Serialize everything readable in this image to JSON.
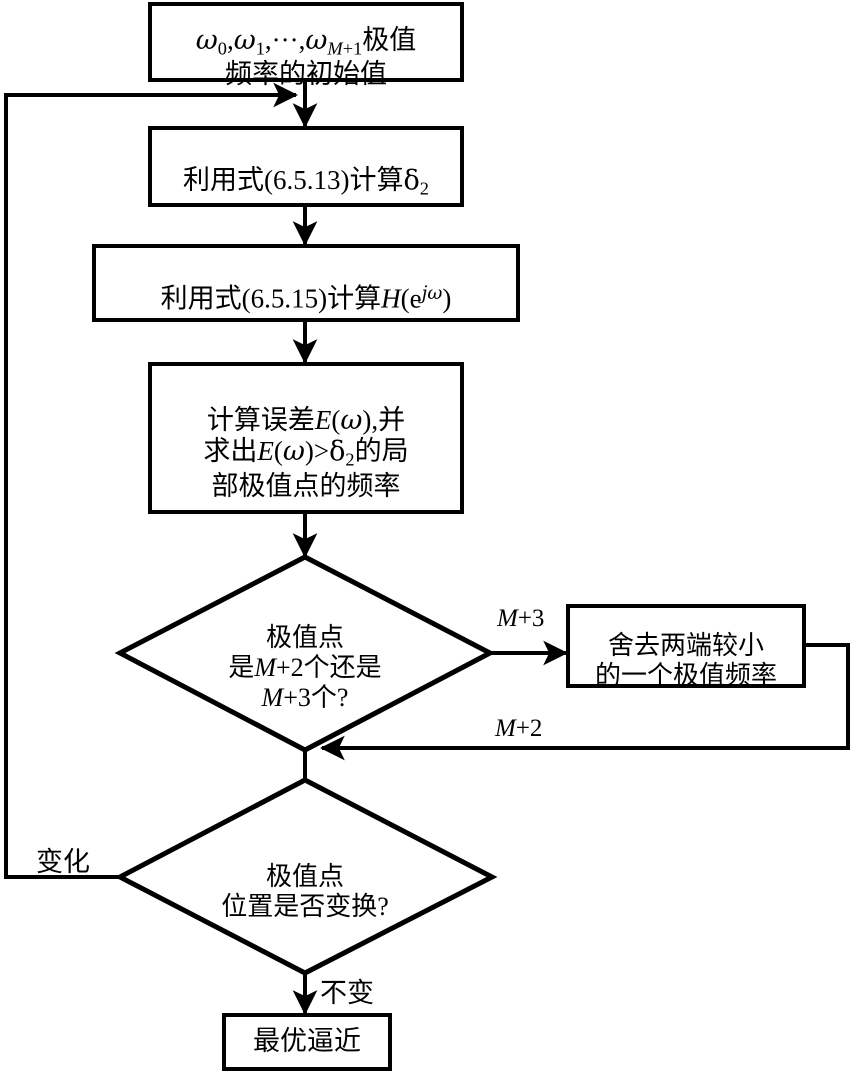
{
  "diagram": {
    "title": "Remez 最优逼近流程图",
    "type": "flowchart",
    "stroke_color": "#000000",
    "background_color": "#ffffff"
  },
  "nodes": {
    "init": {
      "shape": "process",
      "line1_prefix": "ω",
      "line1_sub1": "0",
      "line1_mid": ",ω",
      "line1_sub2": "1",
      "line1_mid2": ",···,ω",
      "line1_sub3": "M+1",
      "line1_suffix": "极值",
      "line2": "频率的初始值",
      "plain_text": "ω0,ω1,···,ωM+1极值频率的初始值"
    },
    "calc_delta": {
      "shape": "process",
      "prefix": "利用式(6.5.13)计算",
      "symbol": "δ",
      "symbol_sub": "2",
      "plain_text": "利用式(6.5.13)计算δ2"
    },
    "calc_h": {
      "shape": "process",
      "prefix": "利用式(6.5.15)计算",
      "symbol": "H",
      "open": "(e",
      "sup": "jω",
      "close": ")",
      "plain_text": "利用式(6.5.15)计算H(ejω)"
    },
    "calc_error": {
      "shape": "process",
      "line1_a": "计算误差",
      "line1_b": "E",
      "line1_c": "(ω),并",
      "line2_a": "求出",
      "line2_b": "E",
      "line2_c": "(ω)>",
      "line2_d": "δ",
      "line2_sub": "2",
      "line2_e": "的局",
      "line3": "部极值点的频率",
      "plain_text": "计算误差E(ω),并求出E(ω)>δ2的局部极值点的频率"
    },
    "decision_count": {
      "shape": "diamond",
      "line1": "极值点",
      "line2_a": "是",
      "line2_b": "M",
      "line2_c": "+2个还是",
      "line3_a": "M",
      "line3_b": "+3个?",
      "plain_text": "极值点是M+2个还是M+3个?"
    },
    "drop_freq": {
      "shape": "process",
      "line1": "舍去两端较小",
      "line2": "的一个极值频率",
      "plain_text": "舍去两端较小的一个极值频率"
    },
    "decision_position": {
      "shape": "diamond",
      "line1": "极值点",
      "line2": "位置是否变换?",
      "plain_text": "极值点位置是否变换?"
    },
    "result": {
      "shape": "process",
      "text": "最优逼近"
    }
  },
  "edge_labels": {
    "m_plus_3_italic": "M",
    "m_plus_3_rest": "+3",
    "m_plus_2_italic": "M",
    "m_plus_2_rest": "+2",
    "changed": "变化",
    "unchanged": "不变"
  }
}
